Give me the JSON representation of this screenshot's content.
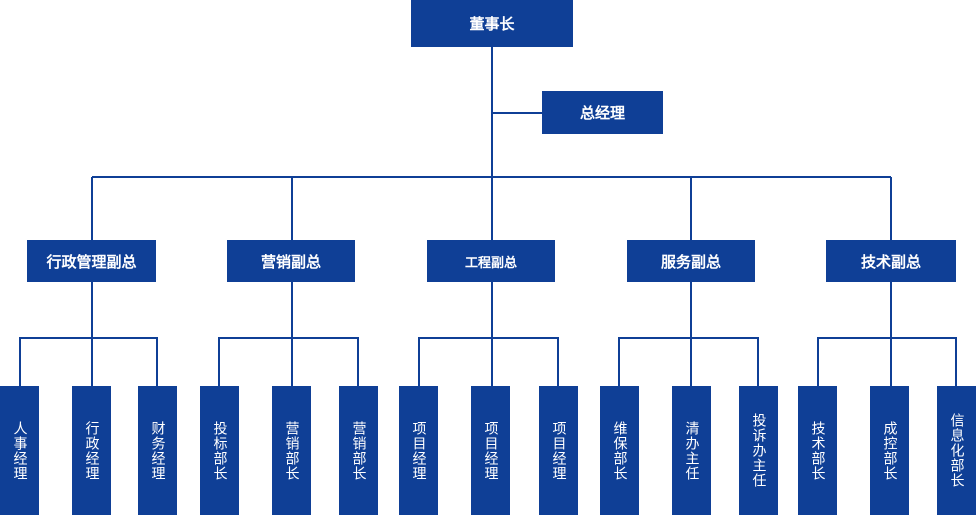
{
  "org": {
    "chairman": "董事长",
    "general_manager": "总经理",
    "vps": [
      {
        "label": "行政管理副总",
        "children": [
          "人事经理",
          "行政经理",
          "财务经理"
        ]
      },
      {
        "label": "营销副总",
        "children": [
          "投标部长",
          "营销部长",
          "营销部长"
        ]
      },
      {
        "label": "工程副总",
        "children": [
          "项目经理",
          "项目经理",
          "项目经理"
        ]
      },
      {
        "label": "服务副总",
        "children": [
          "维保部长",
          "清办主任",
          "投诉办主任"
        ]
      },
      {
        "label": "技术副总",
        "children": [
          "技术部长",
          "成控部长",
          "信息化部长"
        ]
      }
    ]
  },
  "colors": {
    "box": "#0f3f96",
    "line": "#0f3f96",
    "text": "#ffffff"
  }
}
